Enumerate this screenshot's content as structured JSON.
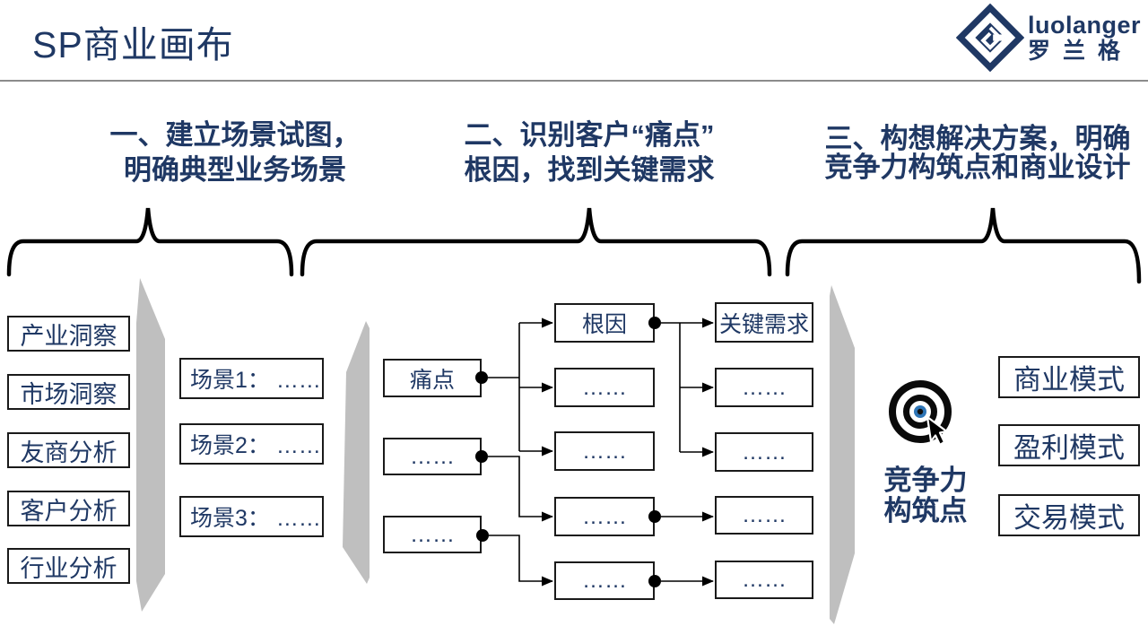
{
  "page": {
    "title": "SP商业画布"
  },
  "logo": {
    "name_en": "luolanger",
    "name_cn": "罗兰格"
  },
  "steps": [
    {
      "line1": "一、建立场景试图，",
      "line2": "明确典型业务场景"
    },
    {
      "line1": "二、识别客户“痛点”",
      "line2": "根因，找到关键需求"
    },
    {
      "line1": "三、构想解决方案，明确",
      "line2": "竞争力构筑点和商业设计"
    }
  ],
  "analysis_boxes": [
    "产业洞察",
    "市场洞察",
    "友商分析",
    "客户分析",
    "行业分析"
  ],
  "scenario_boxes": [
    "场景1： ……",
    "场景2： ……",
    "场景3： ……"
  ],
  "pain_boxes": [
    "痛点",
    "……",
    "……"
  ],
  "root_boxes": [
    "根因",
    "……",
    "……",
    "……",
    "……"
  ],
  "need_boxes": [
    "关键需求",
    "……",
    "……",
    "……",
    "……"
  ],
  "competitiveness_label": {
    "line1": "竞争力",
    "line2": "构筑点"
  },
  "model_boxes": [
    "商业模式",
    "盈利模式",
    "交易模式"
  ],
  "colors": {
    "navy": "#1F3864",
    "shape_gray": "#BFBFBF",
    "line_black": "#000000",
    "divider_gray": "#8C8C8C",
    "target_blue": "#2E75B6"
  }
}
